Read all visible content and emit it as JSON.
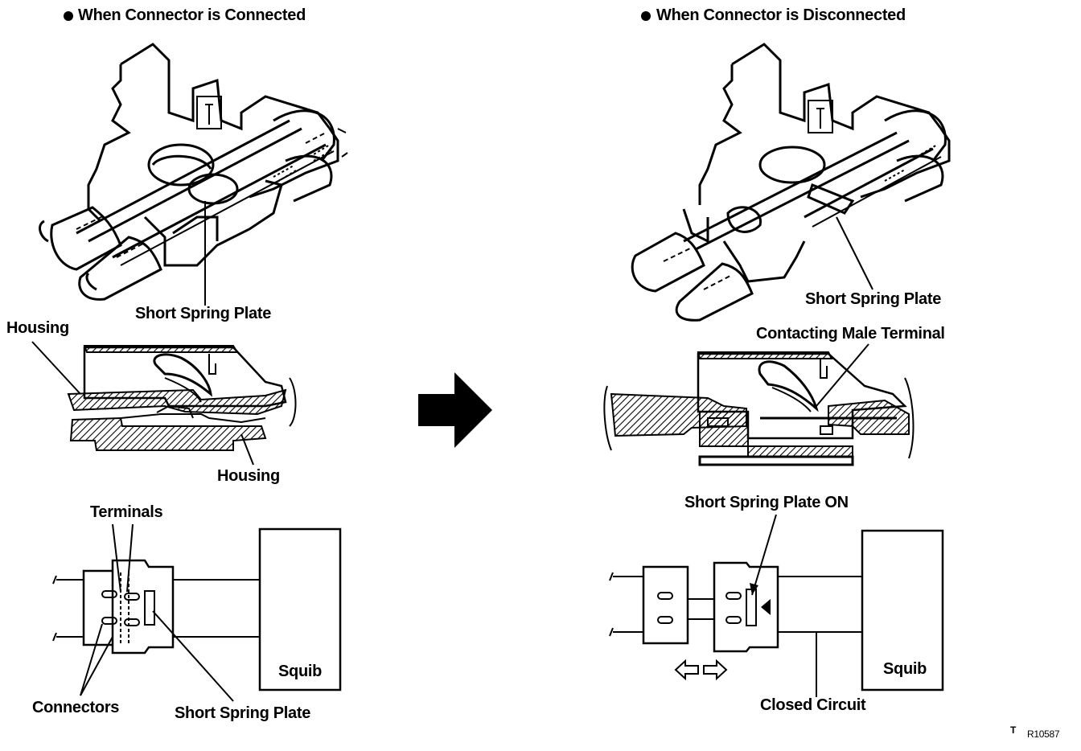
{
  "left": {
    "title": "When Connector is Connected",
    "labels": {
      "short_spring_plate_top": "Short Spring Plate",
      "housing_upper": "Housing",
      "housing_lower": "Housing",
      "terminals": "Terminals",
      "connectors": "Connectors",
      "short_spring_plate_bottom": "Short Spring Plate",
      "squib": "Squib"
    }
  },
  "right": {
    "title": "When Connector is Disconnected",
    "labels": {
      "short_spring_plate_top": "Short Spring Plate",
      "contacting_male_terminal": "Contacting Male Terminal",
      "short_spring_plate_on": "Short Spring Plate ON",
      "closed_circuit": "Closed Circuit",
      "squib": "Squib"
    }
  },
  "footer": {
    "mark": "T",
    "code": "R10587"
  },
  "icons": {
    "bullet": "filled-circle-bullet",
    "transition_arrow": "bold-right-arrow",
    "move_arrows": "outline-left-right-arrows"
  }
}
